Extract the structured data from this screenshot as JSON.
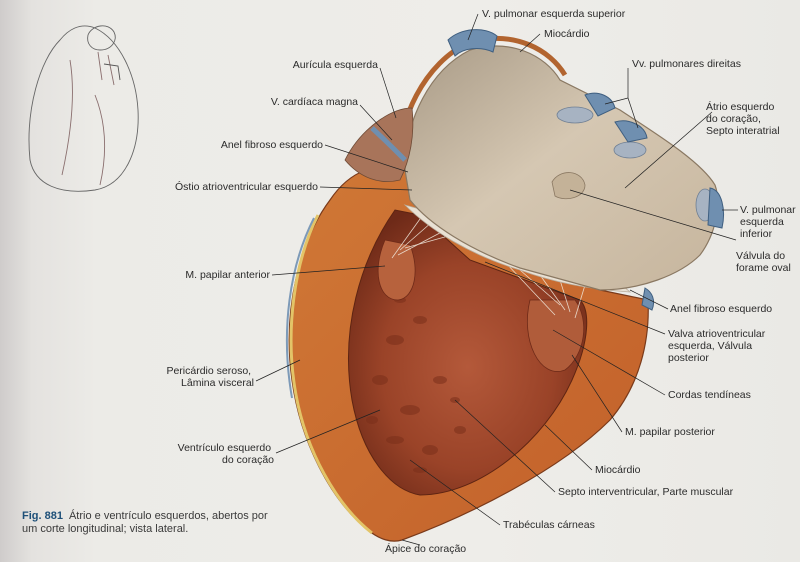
{
  "figure": {
    "number": "Fig. 881",
    "caption": "Átrio e ventrículo esquerdos, abertos por um corte longitudinal; vista lateral."
  },
  "labels": {
    "v_pulmonar_esquerda_superior": [
      "V. pulmonar esquerda superior"
    ],
    "miocardio_top": [
      "Miocárdio"
    ],
    "auricula_esquerda": [
      "Aurícula esquerda"
    ],
    "vv_pulmonares_direitas": [
      "Vv. pulmonares direitas"
    ],
    "v_cardiaca_magna": [
      "V. cardíaca magna"
    ],
    "atrio_esquerdo": [
      "Átrio esquerdo",
      "do coração,",
      "Septo interatrial"
    ],
    "anel_fibroso_esquerdo_left": [
      "Anel fibroso esquerdo"
    ],
    "ostio_atrioventricular": [
      "Óstio atrioventricular esquerdo"
    ],
    "v_pulmonar_esquerda_inferior": [
      "V. pulmonar",
      "esquerda",
      "inferior"
    ],
    "valvula_forame_oval": [
      "Válvula do",
      "forame oval"
    ],
    "m_papilar_anterior": [
      "M. papilar anterior"
    ],
    "anel_fibroso_esquerdo_right": [
      "Anel fibroso esquerdo"
    ],
    "valva_atrioventricular": [
      "Valva atrioventricular",
      "esquerda, Válvula",
      "posterior"
    ],
    "pericardio_seroso": [
      "Pericárdio seroso,",
      "Lâmina visceral"
    ],
    "cordas_tendineas": [
      "Cordas tendíneas"
    ],
    "m_papilar_posterior": [
      "M. papilar posterior"
    ],
    "ventriculo_esquerdo": [
      "Ventrículo esquerdo",
      "do coração"
    ],
    "miocardio_bottom": [
      "Miocárdio"
    ],
    "septo_interventricular": [
      "Septo interventricular, Parte muscular"
    ],
    "trabeculas_carneas": [
      "Trabéculas cárneas"
    ],
    "apice": [
      "Ápice do coração"
    ]
  },
  "colors": {
    "myocardium": "#c96a2c",
    "ventricle_interior": "#a94e2c",
    "atrium": "#c9b79c",
    "vessel_blue": "#6f8fb0",
    "page": "#eceae6"
  }
}
